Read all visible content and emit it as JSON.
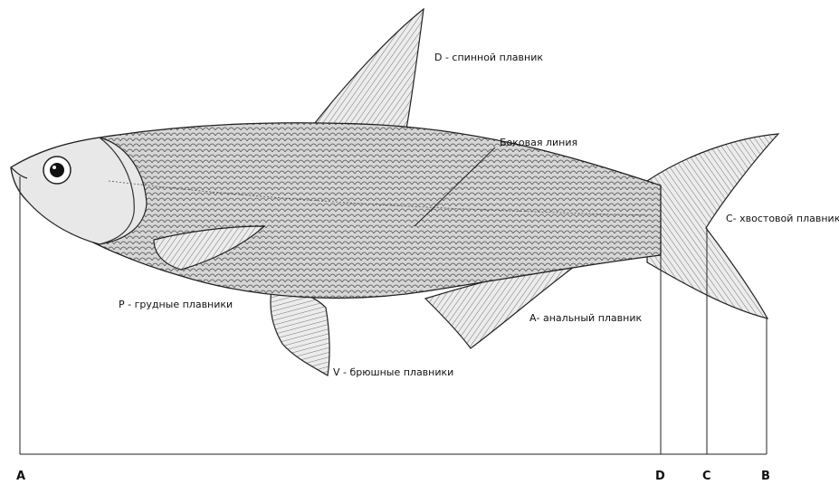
{
  "labels": {
    "dorsal": "D - спинной плавник",
    "lateral_line": "Боковая линия",
    "caudal": "С- хвостовой плавник",
    "pectoral": "P - грудные плавники",
    "anal": "А- анальный плавник",
    "ventral": "V - брюшные плавники"
  },
  "points": {
    "a": "A",
    "d": "D",
    "c": "C",
    "b": "B"
  },
  "colors": {
    "ink": "#111111",
    "body_fill": "#d4d4d4",
    "fin_fill": "#e6e6e6",
    "background": "#ffffff"
  }
}
